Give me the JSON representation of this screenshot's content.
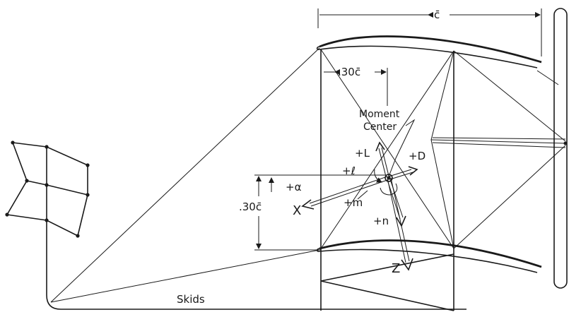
{
  "labels": {
    "chord": "c̄",
    "chord_030_top": ".30c̄",
    "chord_030_left": ".30c̄",
    "moment_center_line1": "Moment",
    "moment_center_line2": "Center",
    "plus_L": "+L",
    "plus_D": "+D",
    "plus_l": "+ℓ",
    "plus_alpha": "+α",
    "plus_m": "+m",
    "plus_n": "+n",
    "axis_X": "X",
    "axis_Z": "Z",
    "skids": "Skids"
  }
}
